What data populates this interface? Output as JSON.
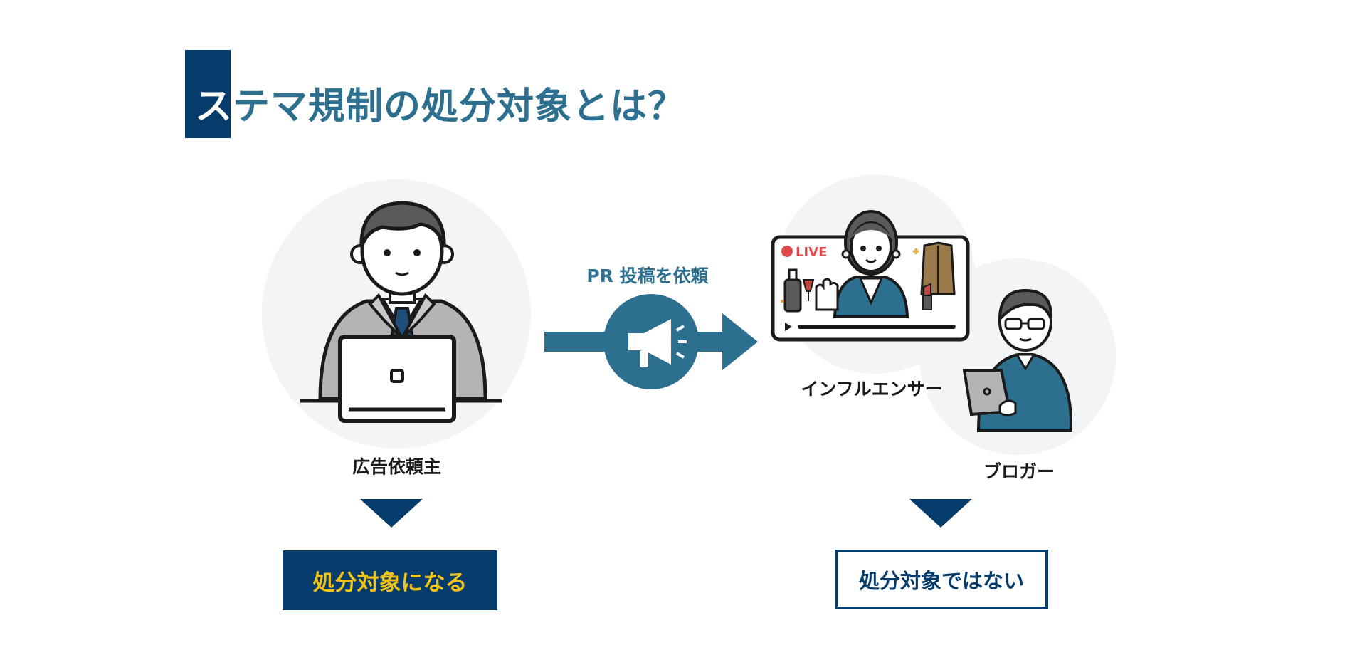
{
  "title": {
    "first_char": "ス",
    "rest": "テマ規制の処分対象とは？"
  },
  "advertiser": {
    "label": "広告依頼主",
    "result": "処分対象になる"
  },
  "flow": {
    "request_label": "PR 投稿を依頼"
  },
  "influencer": {
    "label": "インフルエンサー",
    "live_badge": "LIVE"
  },
  "blogger": {
    "label": "ブロガー"
  },
  "non_target_result": "処分対象ではない",
  "colors": {
    "navy": "#063c6b",
    "teal": "#2d6f8e",
    "yellow": "#f2c315",
    "circle_bg": "#f3f4f6"
  }
}
